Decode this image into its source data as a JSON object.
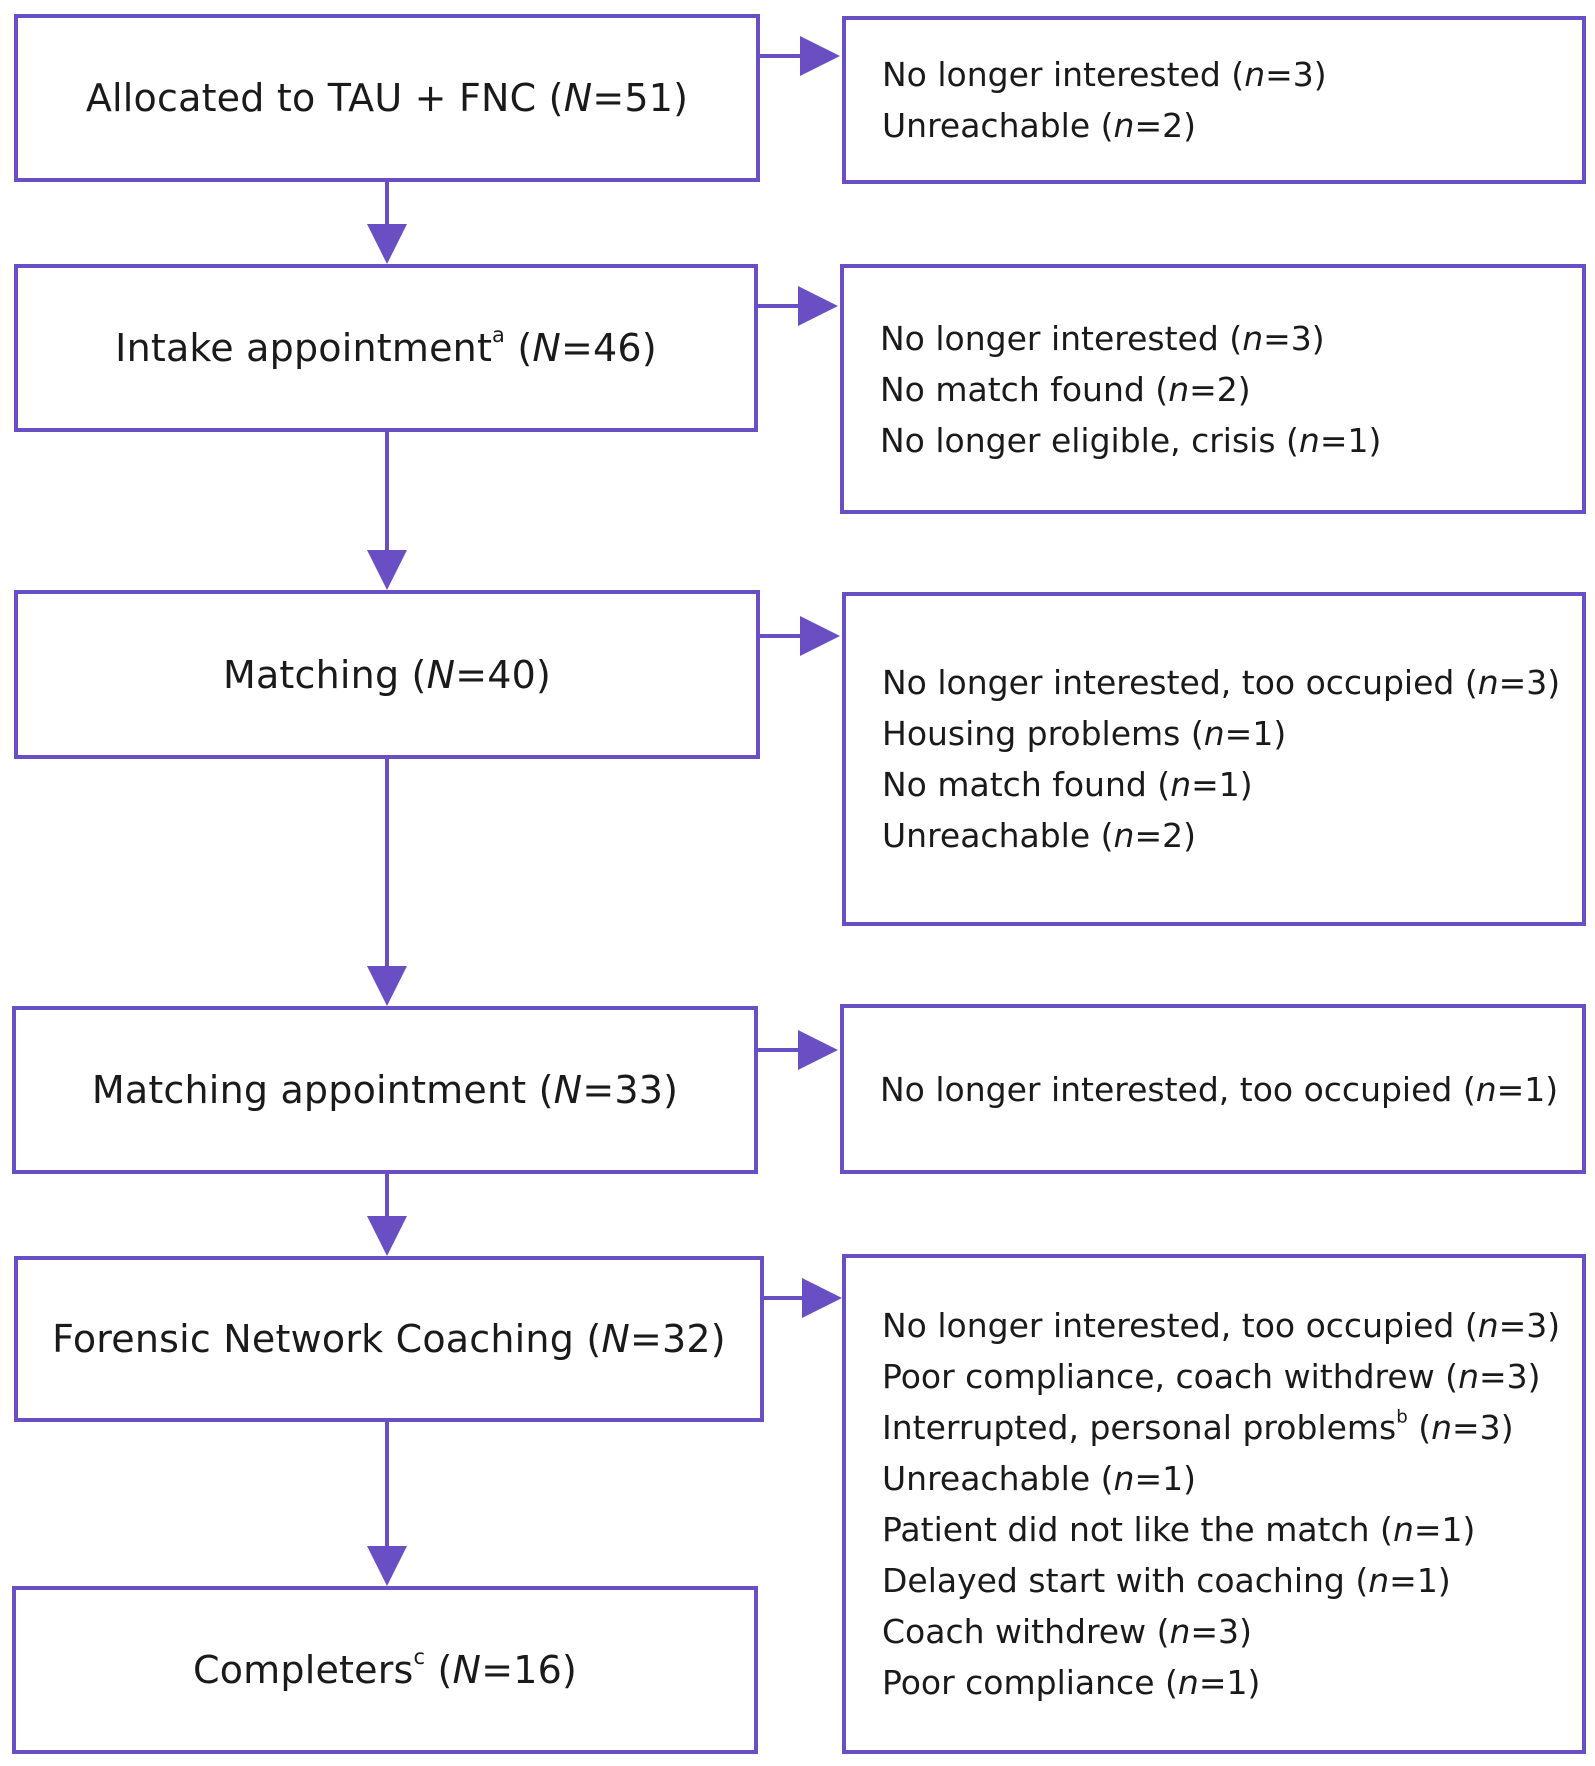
{
  "stages": [
    {
      "label": "Allocated to TAU + FNC",
      "sup": "",
      "n_var": "N",
      "n_val": "=51"
    },
    {
      "label": "Intake appointment",
      "sup": "a",
      "n_var": "N",
      "n_val": "=46"
    },
    {
      "label": "Matching",
      "sup": "",
      "n_var": "N",
      "n_val": "=40"
    },
    {
      "label": "Matching appointment",
      "sup": "",
      "n_var": "N",
      "n_val": "=33"
    },
    {
      "label": "Forensic Network Coaching",
      "sup": "",
      "n_var": "N",
      "n_val": "=32"
    },
    {
      "label": "Completers",
      "sup": "c",
      "n_var": "N",
      "n_val": "=16"
    }
  ],
  "exclusions": [
    [
      {
        "text": "No longer interested",
        "sup": "",
        "n": "=3"
      },
      {
        "text": "Unreachable",
        "sup": "",
        "n": "=2"
      }
    ],
    [
      {
        "text": "No longer interested",
        "sup": "",
        "n": "=3"
      },
      {
        "text": "No match found",
        "sup": "",
        "n": "=2"
      },
      {
        "text": "No longer eligible, crisis",
        "sup": "",
        "n": "=1"
      }
    ],
    [
      {
        "text": "No longer interested, too occupied",
        "sup": "",
        "n": "=3"
      },
      {
        "text": "Housing problems",
        "sup": "",
        "n": "=1"
      },
      {
        "text": "No match found",
        "sup": "",
        "n": "=1"
      },
      {
        "text": "Unreachable",
        "sup": "",
        "n": "=2"
      }
    ],
    [
      {
        "text": "No longer interested, too occupied",
        "sup": "",
        "n": "=1"
      }
    ],
    [
      {
        "text": "No longer interested, too occupied",
        "sup": "",
        "n": "=3"
      },
      {
        "text": "Poor compliance, coach withdrew",
        "sup": "",
        "n": "=3"
      },
      {
        "text": "Interrupted, personal problems",
        "sup": "b",
        "n": "=3"
      },
      {
        "text": "Unreachable",
        "sup": "",
        "n": "=1"
      },
      {
        "text": "Patient did not like the match",
        "sup": "",
        "n": "=1"
      },
      {
        "text": "Delayed start with coaching",
        "sup": "",
        "n": "=1"
      },
      {
        "text": "Coach withdrew",
        "sup": "",
        "n": "=3"
      },
      {
        "text": "Poor compliance",
        "sup": "",
        "n": "=1"
      }
    ]
  ],
  "n_var_small": "n",
  "colors": {
    "stroke": "#6a4fc4"
  }
}
